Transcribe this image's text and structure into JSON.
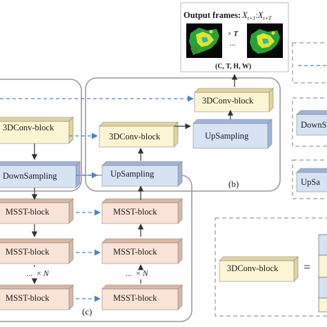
{
  "output_panel": {
    "title": "Output frames:",
    "title_math": "X",
    "title_math_sub1": "t+1",
    "title_math_colon": ":",
    "title_math2": "X",
    "title_math_sub2": "t+T",
    "times_label": "×",
    "times_var": "T",
    "ellipsis": "...",
    "dims": "(C, T, H, W)"
  },
  "blocks": {
    "conv_left": "3DConv-block",
    "down_left": "DownSampling",
    "conv_mid": "3DConv-block",
    "up_mid_right": "UpSampling",
    "up_mid": "UpSampling",
    "conv_top": "3DConv-block",
    "msst_l1": "MSST-block",
    "msst_l2": "MSST-block",
    "msst_l3": "MSST-block",
    "msst_r1": "MSST-block",
    "msst_r2": "MSST-block",
    "msst_r3": "MSST-block",
    "dots_left": "...",
    "dots_left_times": "×",
    "dots_left_var": "N",
    "dots_right": "...",
    "dots_right_times": "×",
    "dots_right_var": "N",
    "legend_conv": "3DConv-block",
    "equals": "="
  },
  "right_partial": {
    "down": "DownS",
    "up": "UpSa"
  },
  "panel_labels": {
    "b": "(b)",
    "c": "(c)"
  },
  "colors": {
    "conv_fill": "#fbf5d3",
    "conv_side": "#e0d49a",
    "blue_fill": "#d7e2f3",
    "blue_side": "#9fb3d6",
    "msst_fill": "#f8e3d6",
    "msst_side": "#d8b7a4",
    "dash_blue": "#4d83c9",
    "panel_border": "#9a9a9a"
  }
}
